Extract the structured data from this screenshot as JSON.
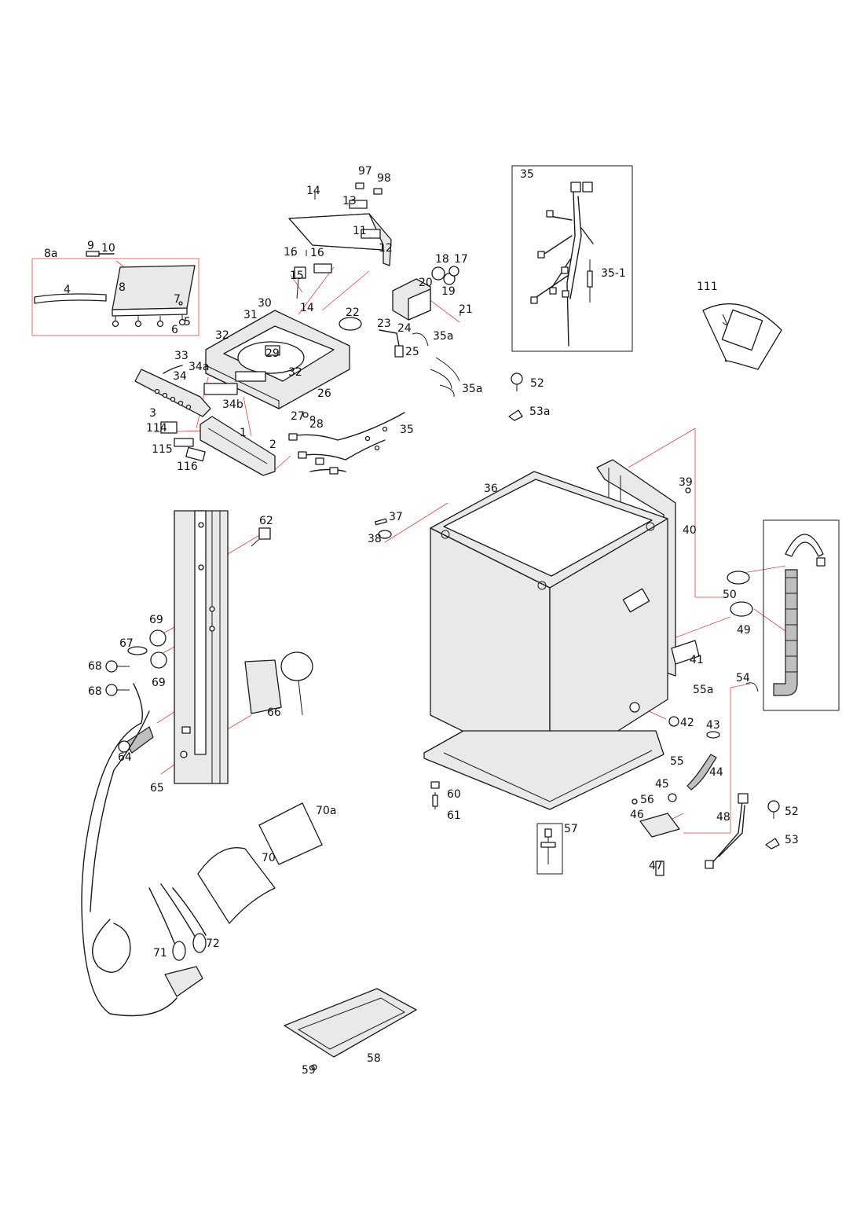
{
  "diagram": {
    "callouts": [
      {
        "id": "c-97",
        "text": "97"
      },
      {
        "id": "c-98",
        "text": "98"
      },
      {
        "id": "c-14a",
        "text": "14"
      },
      {
        "id": "c-13",
        "text": "13"
      },
      {
        "id": "c-11",
        "text": "11"
      },
      {
        "id": "c-12",
        "text": "12"
      },
      {
        "id": "c-9a",
        "text": "9"
      },
      {
        "id": "c-10",
        "text": "10"
      },
      {
        "id": "c-8a",
        "text": "8a"
      },
      {
        "id": "c-8",
        "text": "8"
      },
      {
        "id": "c-4",
        "text": "4"
      },
      {
        "id": "c-7",
        "text": "7"
      },
      {
        "id": "c-6",
        "text": "6"
      },
      {
        "id": "c-5",
        "text": "5"
      },
      {
        "id": "c-16a",
        "text": "16"
      },
      {
        "id": "c-16b",
        "text": "16"
      },
      {
        "id": "c-15",
        "text": "15"
      },
      {
        "id": "c-14b",
        "text": "14"
      },
      {
        "id": "c-30",
        "text": "30"
      },
      {
        "id": "c-31",
        "text": "31"
      },
      {
        "id": "c-18",
        "text": "18"
      },
      {
        "id": "c-17",
        "text": "17"
      },
      {
        "id": "c-20",
        "text": "20"
      },
      {
        "id": "c-19",
        "text": "19"
      },
      {
        "id": "c-21",
        "text": "21"
      },
      {
        "id": "c-22",
        "text": "22"
      },
      {
        "id": "c-23",
        "text": "23"
      },
      {
        "id": "c-24",
        "text": "24"
      },
      {
        "id": "c-35a1",
        "text": "35a"
      },
      {
        "id": "c-25",
        "text": "25"
      },
      {
        "id": "c-35a2",
        "text": "35a"
      },
      {
        "id": "c-32a",
        "text": "32"
      },
      {
        "id": "c-29",
        "text": "29"
      },
      {
        "id": "c-32b",
        "text": "32"
      },
      {
        "id": "c-33",
        "text": "33"
      },
      {
        "id": "c-34a",
        "text": "34a"
      },
      {
        "id": "c-34",
        "text": "34"
      },
      {
        "id": "c-26",
        "text": "26"
      },
      {
        "id": "c-34b",
        "text": "34b"
      },
      {
        "id": "c-3",
        "text": "3"
      },
      {
        "id": "c-27",
        "text": "27"
      },
      {
        "id": "c-28",
        "text": "28"
      },
      {
        "id": "c-114",
        "text": "114"
      },
      {
        "id": "c-1",
        "text": "1"
      },
      {
        "id": "c-115",
        "text": "115"
      },
      {
        "id": "c-2",
        "text": "2"
      },
      {
        "id": "c-116",
        "text": "116"
      },
      {
        "id": "c-35b",
        "text": "35"
      },
      {
        "id": "c-35box",
        "text": "35"
      },
      {
        "id": "c-35-1",
        "text": "35-1"
      },
      {
        "id": "c-111",
        "text": "111"
      },
      {
        "id": "c-52a",
        "text": "52"
      },
      {
        "id": "c-53a",
        "text": "53a"
      },
      {
        "id": "c-36",
        "text": "36"
      },
      {
        "id": "c-39",
        "text": "39"
      },
      {
        "id": "c-40",
        "text": "40"
      },
      {
        "id": "c-37",
        "text": "37"
      },
      {
        "id": "c-38",
        "text": "38"
      },
      {
        "id": "c-62",
        "text": "62"
      },
      {
        "id": "c-50",
        "text": "50"
      },
      {
        "id": "c-49",
        "text": "49"
      },
      {
        "id": "c-41",
        "text": "41"
      },
      {
        "id": "c-69a",
        "text": "69"
      },
      {
        "id": "c-67",
        "text": "67"
      },
      {
        "id": "c-68a",
        "text": "68"
      },
      {
        "id": "c-69b",
        "text": "69"
      },
      {
        "id": "c-68b",
        "text": "68"
      },
      {
        "id": "c-66",
        "text": "66"
      },
      {
        "id": "c-54",
        "text": "54"
      },
      {
        "id": "c-55a",
        "text": "55a"
      },
      {
        "id": "c-42",
        "text": "42"
      },
      {
        "id": "c-43",
        "text": "43"
      },
      {
        "id": "c-64",
        "text": "64"
      },
      {
        "id": "c-55",
        "text": "55"
      },
      {
        "id": "c-44",
        "text": "44"
      },
      {
        "id": "c-65",
        "text": "65"
      },
      {
        "id": "c-60",
        "text": "60"
      },
      {
        "id": "c-45",
        "text": "45"
      },
      {
        "id": "c-56",
        "text": "56"
      },
      {
        "id": "c-61",
        "text": "61"
      },
      {
        "id": "c-46",
        "text": "46"
      },
      {
        "id": "c-48",
        "text": "48"
      },
      {
        "id": "c-52b",
        "text": "52"
      },
      {
        "id": "c-70a",
        "text": "70a"
      },
      {
        "id": "c-57",
        "text": "57"
      },
      {
        "id": "c-53b",
        "text": "53"
      },
      {
        "id": "c-70",
        "text": "70"
      },
      {
        "id": "c-47",
        "text": "47"
      },
      {
        "id": "c-72",
        "text": "72"
      },
      {
        "id": "c-71",
        "text": "71"
      },
      {
        "id": "c-58",
        "text": "58"
      },
      {
        "id": "c-59",
        "text": "59"
      }
    ]
  }
}
